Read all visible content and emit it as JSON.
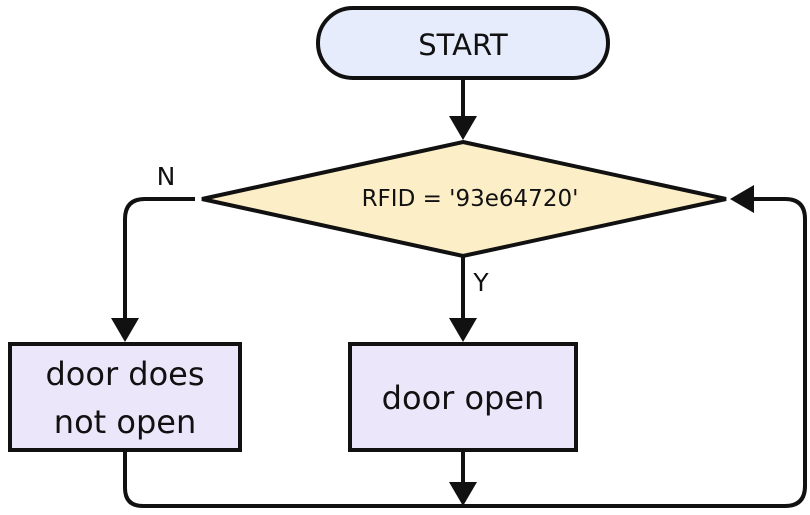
{
  "colors": {
    "terminal_fill": "#e6ecfb",
    "decision_fill": "#fcefc8",
    "process_fill": "#ece6fb",
    "stroke": "#111111"
  },
  "nodes": {
    "start": {
      "label": "START"
    },
    "decision": {
      "label": "RFID = '93e64720'"
    },
    "process_open": {
      "label": "door open"
    },
    "process_closed": {
      "line1": "door does",
      "line2": "not open"
    }
  },
  "edges": {
    "no_label": "N",
    "yes_label": "Y"
  }
}
